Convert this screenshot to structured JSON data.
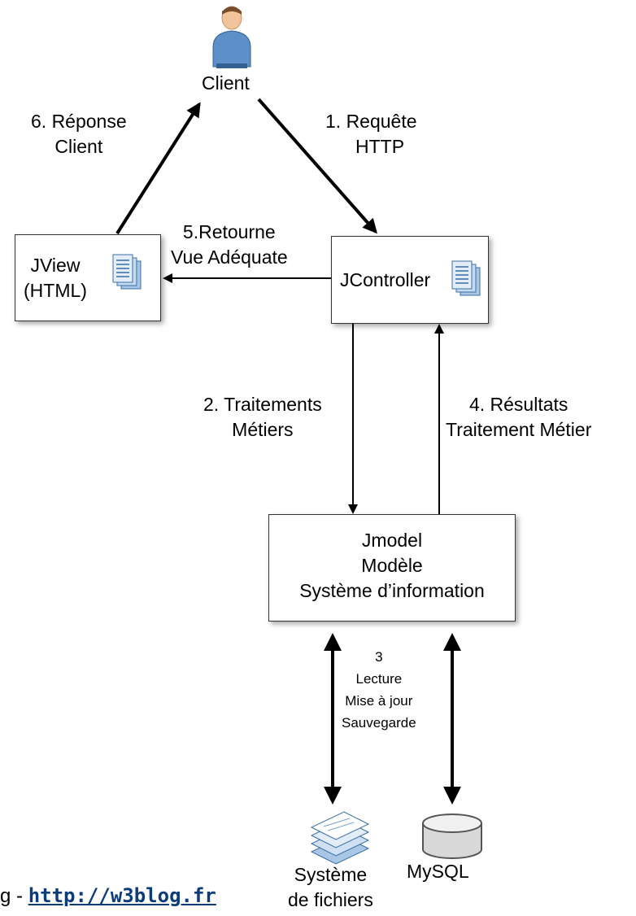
{
  "actors": {
    "client": "Client"
  },
  "nodes": {
    "jview": [
      "JView",
      "(HTML)"
    ],
    "jcontroller": "JController",
    "jmodel": [
      "Jmodel",
      "Modèle",
      "Système d’information"
    ],
    "filesystem": [
      "Système",
      "de fichiers"
    ],
    "mysql": "MySQL"
  },
  "edges": {
    "request": [
      "1.  Requête",
      "HTTP"
    ],
    "processing": [
      "2. Traitements",
      "Métiers"
    ],
    "storage": [
      "3",
      "Lecture",
      "Mise à jour",
      "Sauvegarde"
    ],
    "results": [
      "4. Résultats",
      "Traitement Métier"
    ],
    "return_view": [
      "5.Retourne",
      "Vue Adéquate"
    ],
    "response": [
      "6. Réponse",
      "Client"
    ]
  },
  "footer": {
    "prefix": "g - ",
    "link": "http://w3blog.fr"
  },
  "colors": {
    "arrow": "#000000",
    "box_border": "#333333",
    "document_icon": "#a9c6e6",
    "document_lines": "#3b6ea5",
    "user_body": "#5d8fc8",
    "user_head": "#f2c49b",
    "link": "#0c3c7a"
  }
}
